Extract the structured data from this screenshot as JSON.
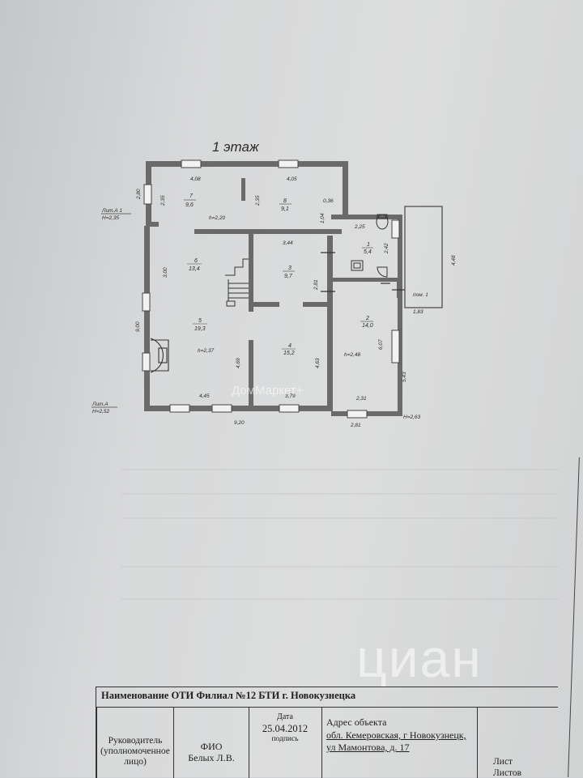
{
  "plan": {
    "floor_title": "1 этаж",
    "lit_a1": "Лит.А 1",
    "lit_a1_h": "H=2,35",
    "lit_a": "Лит.А",
    "lit_a_h": "H=2,52",
    "h_right": "H=2,63",
    "rooms": [
      {
        "num": "1",
        "area": "5,4"
      },
      {
        "num": "2",
        "area": "14,0"
      },
      {
        "num": "3",
        "area": "9,7"
      },
      {
        "num": "4",
        "area": "15,2"
      },
      {
        "num": "5",
        "area": "19,3"
      },
      {
        "num": "6",
        "area": "13,4"
      },
      {
        "num": "7",
        "area": "9,6"
      },
      {
        "num": "8",
        "area": "9,1"
      }
    ],
    "heights": {
      "h1": "h=2,20",
      "h2": "h=2,37",
      "h3": "h=2,48"
    },
    "pom_label": "пом. 1",
    "dims": {
      "d408": "4,08",
      "d405": "4,05",
      "d235a": "2,35",
      "d235b": "2,35",
      "d280": "2,80",
      "d036": "0,36",
      "d104": "1,04",
      "d225": "2,25",
      "d242": "2,42",
      "d448": "4,48",
      "d344": "3,44",
      "d300": "3,00",
      "d281": "2,81",
      "d183": "1,83",
      "d900": "9,00",
      "d607": "6,07",
      "d543": "5,43",
      "d469": "4,69",
      "d463": "4,63",
      "d445": "4,45",
      "d379": "3,79",
      "d231": "2,31",
      "d920": "9,20",
      "d281b": "2,81"
    }
  },
  "watermarks": {
    "dommarket": "ДомМаркет+",
    "cian": "циан"
  },
  "stamp": {
    "org_label": "Наименование ОТИ Филиал №12  БТИ г. Новокузнецка",
    "head_label": "Руководитель (уполномоченное лицо)",
    "fio_label": "ФИО",
    "fio_value": "Белых Л.В.",
    "date_label": "Дата",
    "date_value": "25.04.2012",
    "sign_label": "подпись",
    "address_label": "Адрес объекта",
    "address_line1": "обл. Кемеровская, г Новокузнецк,",
    "address_line2": "ул Мамонтова, д. 17",
    "sheet_label": "Лист",
    "sheets_label": "Листов"
  }
}
